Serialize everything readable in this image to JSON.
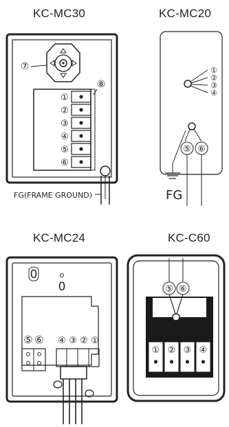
{
  "diagrams": {
    "mc30": {
      "title": "KC-MC30",
      "callout_7": "⑦",
      "callout_8": "⑧",
      "terminals": [
        "①",
        "②",
        "③",
        "④",
        "⑤",
        "⑥"
      ],
      "ground_label": "FG(FRAME GROUND)"
    },
    "mc20": {
      "title": "KC-MC20",
      "wire_labels": [
        "①",
        "②",
        "③",
        "④"
      ],
      "bottom_labels": [
        "⑤",
        "⑥"
      ],
      "ground_label": "FG"
    },
    "mc24": {
      "title": "KC-MC24",
      "hole_label": "0",
      "left_terminals": [
        "⑤",
        "⑥"
      ],
      "right_terminals": [
        "④",
        "③",
        "②",
        "①"
      ]
    },
    "c60": {
      "title": "KC-C60",
      "top_labels": [
        "⑤",
        "⑥"
      ],
      "terminals": [
        "①",
        "②",
        "③",
        "④"
      ]
    }
  }
}
